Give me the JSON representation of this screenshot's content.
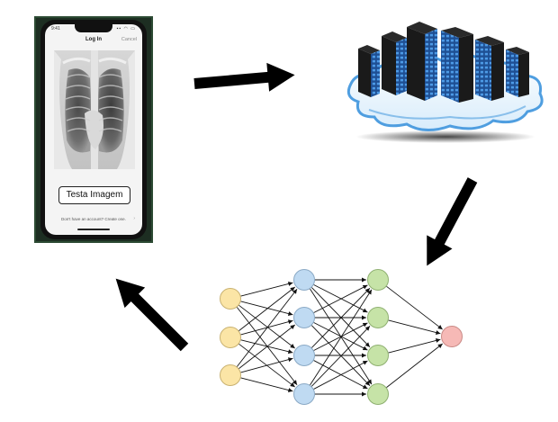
{
  "phone": {
    "status_time": "9:41",
    "status_icons": "▪▪ ◠ ▭",
    "nav_title": "Log In",
    "nav_cancel": "Cancel",
    "button_label": "Testa Imagem",
    "signup_text": "Don't have an account? Create one.",
    "signup_chevron": "›"
  },
  "neural_network": {
    "layers": [
      3,
      4,
      4,
      1
    ],
    "colors": [
      "#fbe5a6",
      "#bfdaf2",
      "#c6e3a7",
      "#f6b9b6"
    ]
  },
  "colors": {
    "arrow": "#000000",
    "server_screen": "#3b6fb2",
    "cloud": "#4f9ee0"
  }
}
